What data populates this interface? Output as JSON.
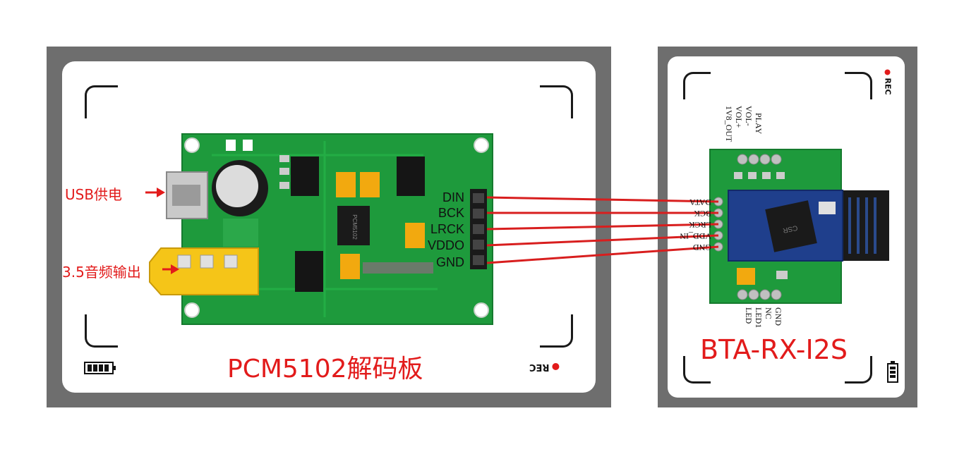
{
  "left_board": {
    "caption": "PCM5102解码板",
    "usb_label": "USB供电",
    "audio_label": "3.5音频输出",
    "pins": [
      "DIN",
      "BCK",
      "LRCK",
      "VDDO",
      "GND"
    ],
    "chip_text": "PCM5102"
  },
  "right_board": {
    "caption": "BTA-RX-I2S",
    "pins": [
      "DATA",
      "BCK",
      "LRCK",
      "VDD_IN",
      "GND"
    ],
    "top_pins": [
      "PLAY",
      "VOL-",
      "VOL+",
      "1V8_OUT"
    ],
    "bottom_pins": [
      "GND",
      "NC",
      "LED1",
      "LED"
    ],
    "chip_text": "CSR"
  },
  "rec_label": "REC",
  "colors": {
    "pcb_green": "#1e9a3c",
    "wire_red": "#d81e1e",
    "caption_red": "#e21b1b",
    "frame_gray": "#6e6e6e",
    "jack_yellow": "#f5c518",
    "bt_module_blue": "#1f3f8c"
  }
}
